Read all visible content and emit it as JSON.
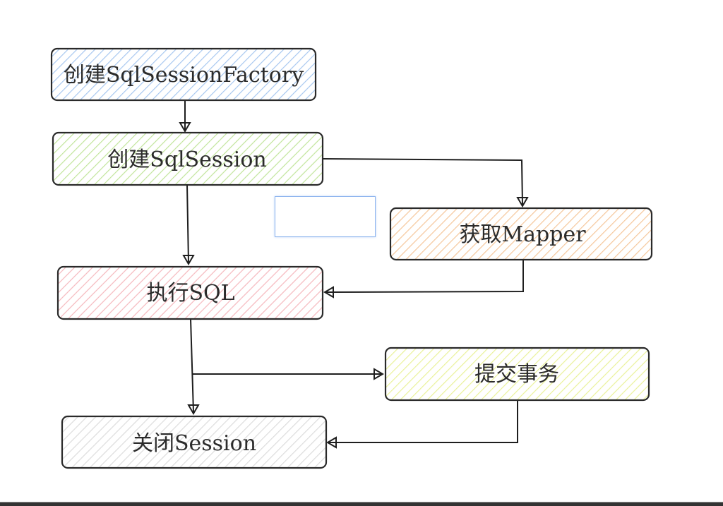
{
  "diagram": {
    "title": "",
    "nodes": [
      {
        "id": "create-factory",
        "label": "创建SqlSessionFactory",
        "color": "#a8c8f0"
      },
      {
        "id": "create-session",
        "label": "创建SqlSession",
        "color": "#c2e59c"
      },
      {
        "id": "get-mapper",
        "label": "获取Mapper",
        "color": "#f5c79b"
      },
      {
        "id": "execute-sql",
        "label": "执行SQL",
        "color": "#f5b8bd"
      },
      {
        "id": "commit-tx",
        "label": "提交事务",
        "color": "#eaf29a"
      },
      {
        "id": "close-session",
        "label": "关闭Session",
        "color": "#dcdcdc"
      }
    ],
    "edges": [
      {
        "from": "create-factory",
        "to": "create-session"
      },
      {
        "from": "create-session",
        "to": "execute-sql"
      },
      {
        "from": "create-session",
        "to": "get-mapper"
      },
      {
        "from": "get-mapper",
        "to": "execute-sql"
      },
      {
        "from": "execute-sql",
        "to": "close-session"
      },
      {
        "from": "execute-sql",
        "to": "commit-tx"
      },
      {
        "from": "commit-tx",
        "to": "close-session"
      }
    ],
    "stroke_color": "#2a2a2a",
    "selection_color": "#8db4ee"
  }
}
